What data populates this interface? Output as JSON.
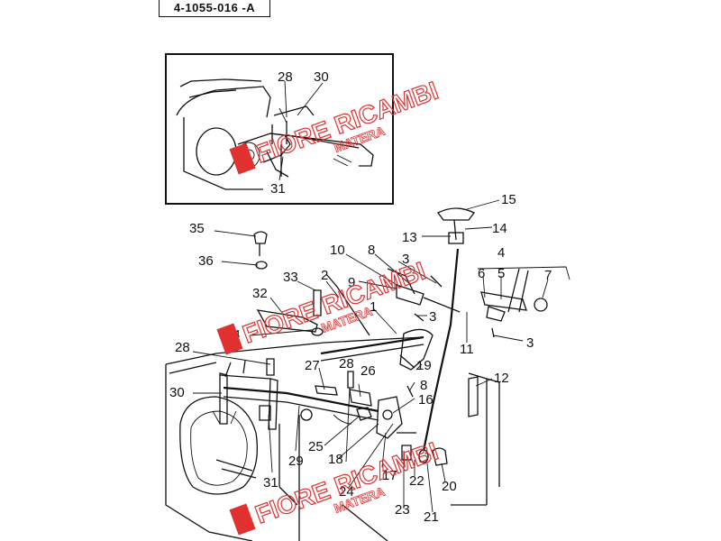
{
  "drawing_number": "4-1055-016 -A",
  "inset_labels": [
    "28",
    "30",
    "31"
  ],
  "part_labels": [
    "1",
    "2",
    "3",
    "3",
    "3",
    "3",
    "4",
    "5",
    "6",
    "7",
    "8",
    "8",
    "9",
    "10",
    "11",
    "12",
    "13",
    "14",
    "15",
    "16",
    "17",
    "18",
    "19",
    "20",
    "21",
    "22",
    "23",
    "24",
    "25",
    "26",
    "27",
    "28",
    "29",
    "30",
    "31",
    "32",
    "33",
    "34",
    "35",
    "36"
  ],
  "watermark": {
    "brand": "FIORE RICAMBI",
    "city": "MATERA",
    "color": "#e03030"
  }
}
